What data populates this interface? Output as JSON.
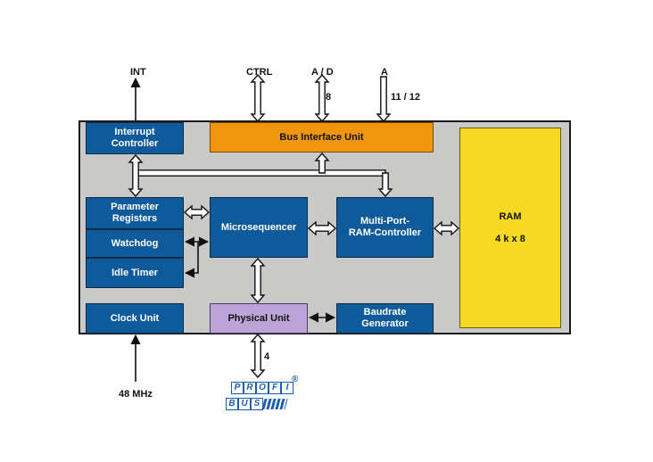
{
  "signals": {
    "int": "INT",
    "ctrl": "CTRL",
    "ad": "A / D",
    "a": "A",
    "ad_width": "8",
    "a_width": "11 / 12",
    "bus_width": "4",
    "clock": "48 MHz"
  },
  "blocks": {
    "interrupt_controller": [
      "Interrupt",
      "Controller"
    ],
    "bus_interface_unit": "Bus Interface Unit",
    "parameter_registers": [
      "Parameter",
      "Registers"
    ],
    "watchdog": "Watchdog",
    "idle_timer": "Idle Timer",
    "microsequencer": "Microsequencer",
    "multi_port_ram_controller": [
      "Multi-Port-",
      "RAM-Controller"
    ],
    "ram": "RAM",
    "ram_size": "4 k x 8",
    "clock_unit": "Clock Unit",
    "physical_unit": "Physical Unit",
    "baudrate_generator": [
      "Baudrate",
      "Generator"
    ]
  },
  "logo": {
    "top_letters": [
      "P",
      "R",
      "O",
      "F",
      "I"
    ],
    "bottom_letters": [
      "B",
      "U",
      "S"
    ],
    "mark": "®"
  },
  "colors": {
    "chip_background": "#c9cac8",
    "block_blue": "#0f5a9a",
    "bus_interface": "#f0950e",
    "physical_unit": "#bca5d6",
    "ram": "#f7d923",
    "logo_blue": "#1a5fb0"
  }
}
